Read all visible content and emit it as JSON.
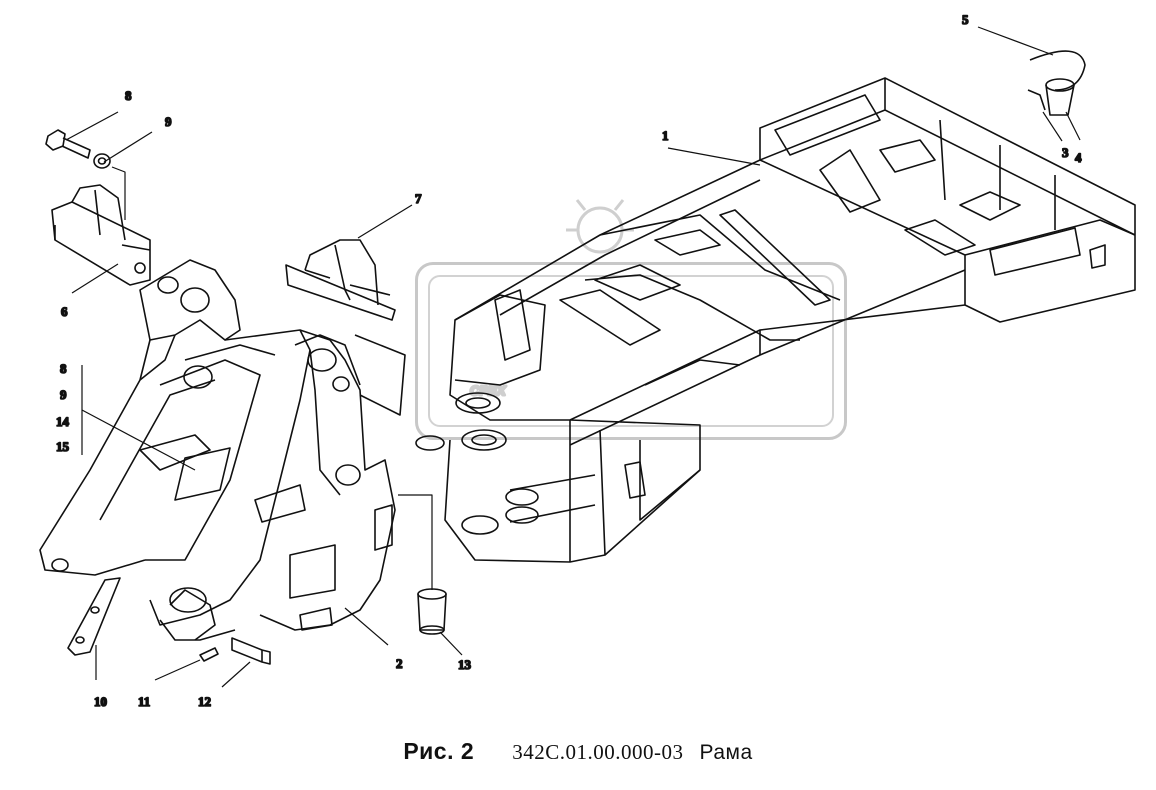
{
  "figure": {
    "caption_prefix": "Рис. 2",
    "doc_code": "342С.01.00.000-03",
    "title": "Рама"
  },
  "watermark": {
    "text": "CPEX"
  },
  "callouts": [
    {
      "id": "1",
      "label": "1"
    },
    {
      "id": "2",
      "label": "2"
    },
    {
      "id": "3",
      "label": "3"
    },
    {
      "id": "4",
      "label": "4"
    },
    {
      "id": "5",
      "label": "5"
    },
    {
      "id": "6",
      "label": "6"
    },
    {
      "id": "7",
      "label": "7"
    },
    {
      "id": "8",
      "label": "8"
    },
    {
      "id": "9",
      "label": "9"
    },
    {
      "id": "10",
      "label": "10"
    },
    {
      "id": "11",
      "label": "11"
    },
    {
      "id": "12",
      "label": "12"
    },
    {
      "id": "13",
      "label": "13"
    },
    {
      "id": "8b",
      "label": "8"
    },
    {
      "id": "9b",
      "label": "9"
    },
    {
      "id": "14",
      "label": "14"
    },
    {
      "id": "15",
      "label": "15"
    }
  ]
}
